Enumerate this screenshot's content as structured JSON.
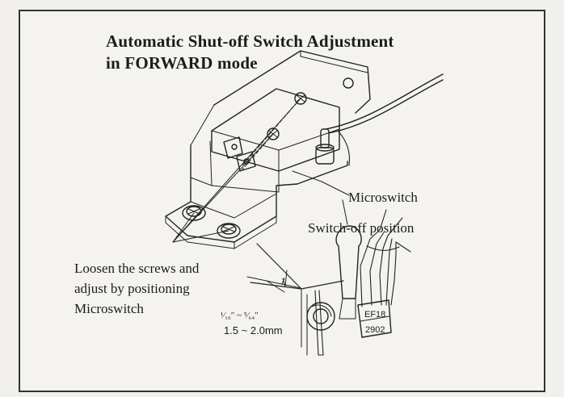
{
  "title": {
    "line1": "Automatic Shut-off Switch Adjustment",
    "line2": "in FORWARD mode"
  },
  "labels": {
    "microswitch": "Microswitch",
    "switch_off_position": "Switch-off position"
  },
  "instructions": {
    "line1": "Loosen the screws and",
    "line2": "adjust by positioning",
    "line3": "Microswitch"
  },
  "gap": {
    "inches": "¹⁄₁₆″ ~ ⁵⁄₆₄″",
    "mm": "1.5 ~ 2.0mm"
  },
  "component_tag": {
    "line1": "EF18",
    "line2": "2902"
  }
}
